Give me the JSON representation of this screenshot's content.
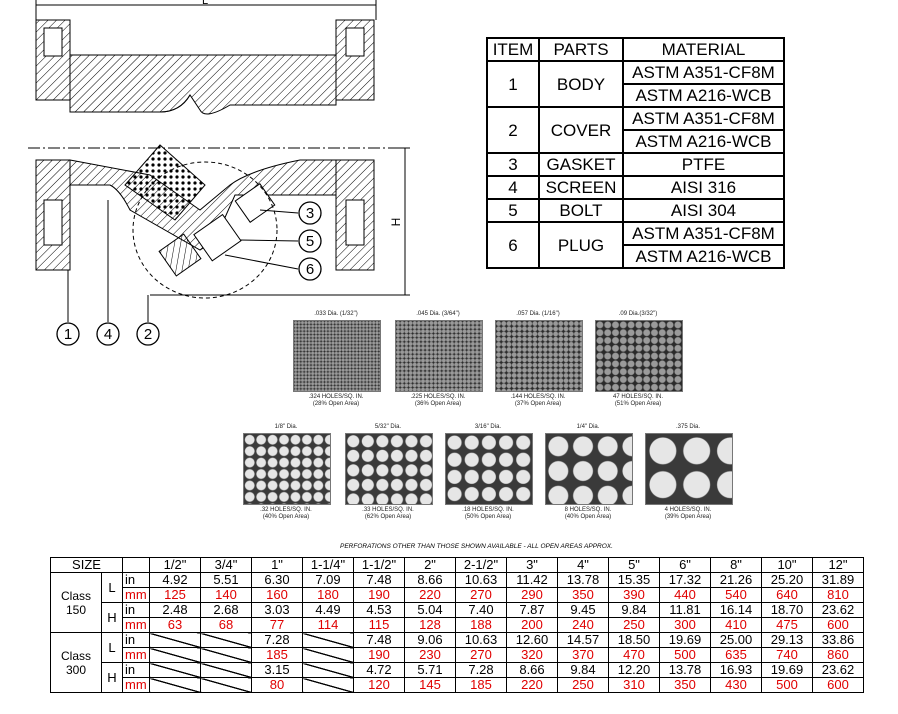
{
  "drawing": {
    "dim_length": "L",
    "dim_height": "H",
    "callouts": [
      "1",
      "4",
      "2",
      "3",
      "5",
      "6"
    ]
  },
  "parts_table": {
    "headers": [
      "ITEM",
      "PARTS",
      "MATERIAL"
    ],
    "rows": [
      {
        "item": "1",
        "part": "BODY",
        "materials": [
          "ASTM A351-CF8M",
          "ASTM A216-WCB"
        ]
      },
      {
        "item": "2",
        "part": "COVER",
        "materials": [
          "ASTM A351-CF8M",
          "ASTM A216-WCB"
        ]
      },
      {
        "item": "3",
        "part": "GASKET",
        "materials": [
          "PTFE"
        ]
      },
      {
        "item": "4",
        "part": "SCREEN",
        "materials": [
          "AISI 316"
        ]
      },
      {
        "item": "5",
        "part": "BOLT",
        "materials": [
          "AISI 304"
        ]
      },
      {
        "item": "6",
        "part": "PLUG",
        "materials": [
          "ASTM A351-CF8M",
          "ASTM A216-WCB"
        ]
      }
    ]
  },
  "perforations": [
    {
      "dia": ".033 Dia. (1/32\")",
      "holes": ".324 HOLES/SQ. IN.",
      "open": "(28% Open Area)"
    },
    {
      "dia": ".045 Dia. (3/64\")",
      "holes": ".225 HOLES/SQ. IN.",
      "open": "(36% Open Area)"
    },
    {
      "dia": ".057 Dia. (1/16\")",
      "holes": ".144 HOLES/SQ. IN.",
      "open": "(37% Open Area)"
    },
    {
      "dia": ".09 Dia.(3/32\")",
      "holes": "47 HOLES/SQ. IN.",
      "open": "(51% Open Area)"
    },
    {
      "dia": "1/8\" Dia.",
      "holes": ".32 HOLES/SQ. IN.",
      "open": "(40% Open Area)"
    },
    {
      "dia": "5/32\" Dia.",
      "holes": ".33 HOLES/SQ. IN.",
      "open": "(62% Open Area)"
    },
    {
      "dia": "3/16\" Dia.",
      "holes": ".18 HOLES/SQ. IN.",
      "open": "(50% Open Area)"
    },
    {
      "dia": "1/4\" Dia.",
      "holes": "8 HOLES/SQ. IN.",
      "open": "(40% Open Area)"
    },
    {
      "dia": ".375 Dia.",
      "holes": "4 HOLES/SQ. IN.",
      "open": "(39% Open Area)"
    }
  ],
  "perforation_note": "PERFORATIONS OTHER THAN THOSE SHOWN AVAILABLE - ALL OPEN AREAS APPROX.",
  "size_table": {
    "size_label": "SIZE",
    "sizes": [
      "1/2\"",
      "3/4\"",
      "1\"",
      "1-1/4\"",
      "1-1/2\"",
      "2\"",
      "2-1/2\"",
      "3\"",
      "4\"",
      "5\"",
      "6\"",
      "8\"",
      "10\"",
      "12\""
    ],
    "classes": [
      {
        "name": "Class 150",
        "dims": [
          {
            "dim": "L",
            "in": [
              "4.92",
              "5.51",
              "6.30",
              "7.09",
              "7.48",
              "8.66",
              "10.63",
              "11.42",
              "13.78",
              "15.35",
              "17.32",
              "21.26",
              "25.20",
              "31.89"
            ],
            "mm": [
              "125",
              "140",
              "160",
              "180",
              "190",
              "220",
              "270",
              "290",
              "350",
              "390",
              "440",
              "540",
              "640",
              "810"
            ]
          },
          {
            "dim": "H",
            "in": [
              "2.48",
              "2.68",
              "3.03",
              "4.49",
              "4.53",
              "5.04",
              "7.40",
              "7.87",
              "9.45",
              "9.84",
              "11.81",
              "16.14",
              "18.70",
              "23.62"
            ],
            "mm": [
              "63",
              "68",
              "77",
              "114",
              "115",
              "128",
              "188",
              "200",
              "240",
              "250",
              "300",
              "410",
              "475",
              "600"
            ]
          }
        ]
      },
      {
        "name": "Class 300",
        "dims": [
          {
            "dim": "L",
            "in": [
              "",
              "",
              "7.28",
              "",
              "7.48",
              "9.06",
              "10.63",
              "12.60",
              "14.57",
              "18.50",
              "19.69",
              "25.00",
              "29.13",
              "33.86"
            ],
            "mm": [
              "",
              "",
              "185",
              "",
              "190",
              "230",
              "270",
              "320",
              "370",
              "470",
              "500",
              "635",
              "740",
              "860"
            ]
          },
          {
            "dim": "H",
            "in": [
              "",
              "",
              "3.15",
              "",
              "4.72",
              "5.71",
              "7.28",
              "8.66",
              "9.84",
              "12.20",
              "13.78",
              "16.93",
              "19.69",
              "23.62"
            ],
            "mm": [
              "",
              "",
              "80",
              "",
              "120",
              "145",
              "185",
              "220",
              "250",
              "310",
              "350",
              "430",
              "500",
              "600"
            ]
          }
        ]
      }
    ],
    "unit_in": "in",
    "unit_mm": "mm"
  },
  "colors": {
    "mm_text": "#e00000"
  }
}
